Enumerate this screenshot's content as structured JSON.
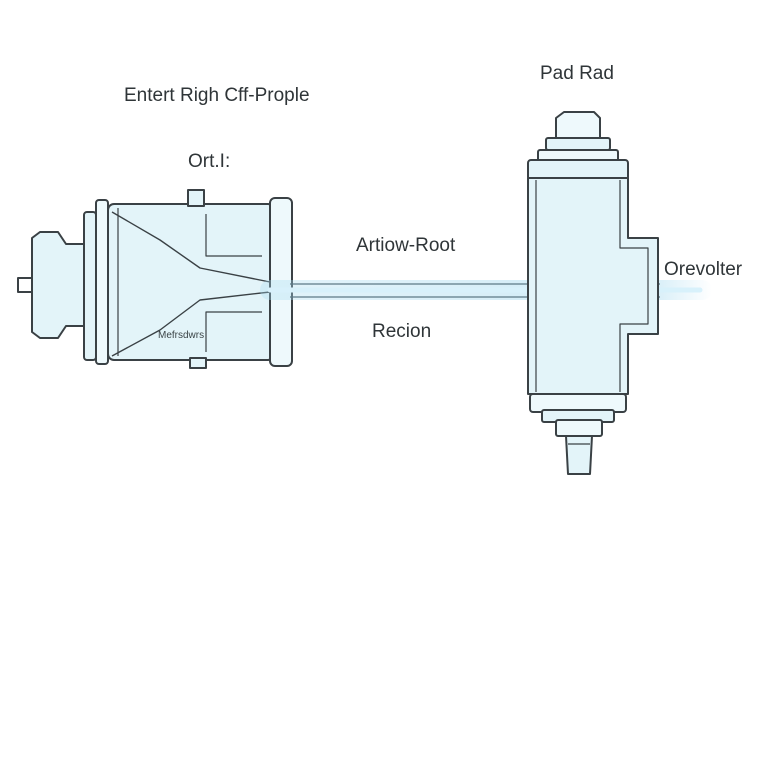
{
  "labels": {
    "left_title": "Entert Righ Cff-Prople",
    "left_subtitle": "Ort.I:",
    "right_title": "Pad Rad",
    "flow_top": "Artiow-Root",
    "flow_bottom": "Recion",
    "outlet": "Orevolter",
    "inner": "Mefrsdwrs"
  },
  "colors": {
    "stroke": "#3a4145",
    "fill": "#e3f4f9",
    "fill_light": "#eef9fc",
    "beam": "#9fd6ee",
    "beam_core": "#d8f1fb"
  }
}
